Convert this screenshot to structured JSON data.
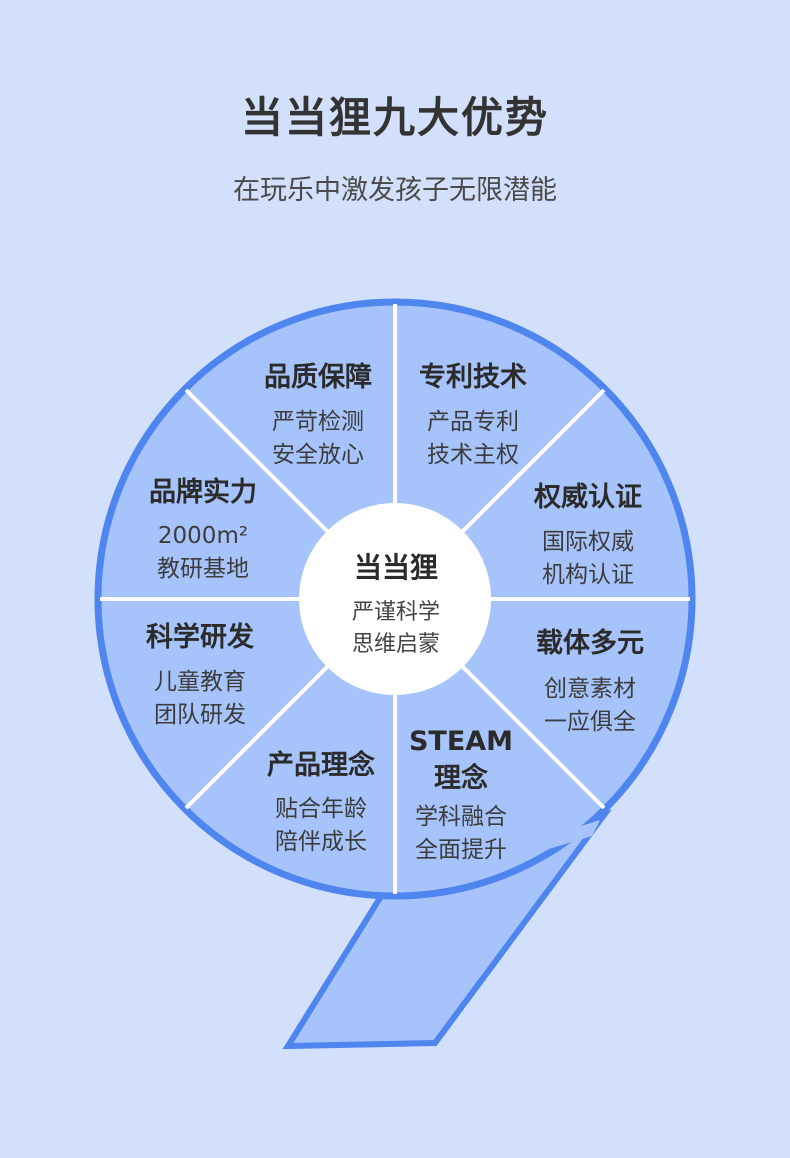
{
  "header": {
    "title": "当当狸九大优势",
    "subtitle": "在玩乐中激发孩子无限潜能"
  },
  "colors": {
    "background": "#d3e0fb",
    "segment_fill": "#a6c4fb",
    "ring_stroke": "#4f85ee",
    "divider": "#ffffff",
    "hub": "#ffffff"
  },
  "hub": {
    "title": "当当狸",
    "lines": [
      "严谨科学",
      "思维启蒙"
    ]
  },
  "segments": [
    {
      "title": "品质保障",
      "lines": [
        "严苛检测",
        "安全放心"
      ]
    },
    {
      "title": "专利技术",
      "lines": [
        "产品专利",
        "技术主权"
      ]
    },
    {
      "title": "品牌实力",
      "lines": [
        "2000m²",
        "教研基地"
      ]
    },
    {
      "title": "权威认证",
      "lines": [
        "国际权威",
        "机构认证"
      ]
    },
    {
      "title": "科学研发",
      "lines": [
        "儿童教育",
        "团队研发"
      ]
    },
    {
      "title": "载体多元",
      "lines": [
        "创意素材",
        "一应俱全"
      ]
    },
    {
      "title": "产品理念",
      "lines": [
        "贴合年龄",
        "陪伴成长"
      ]
    },
    {
      "title_lines": [
        "STEAM",
        "理念"
      ],
      "lines": [
        "学科融合",
        "全面提升"
      ]
    }
  ]
}
